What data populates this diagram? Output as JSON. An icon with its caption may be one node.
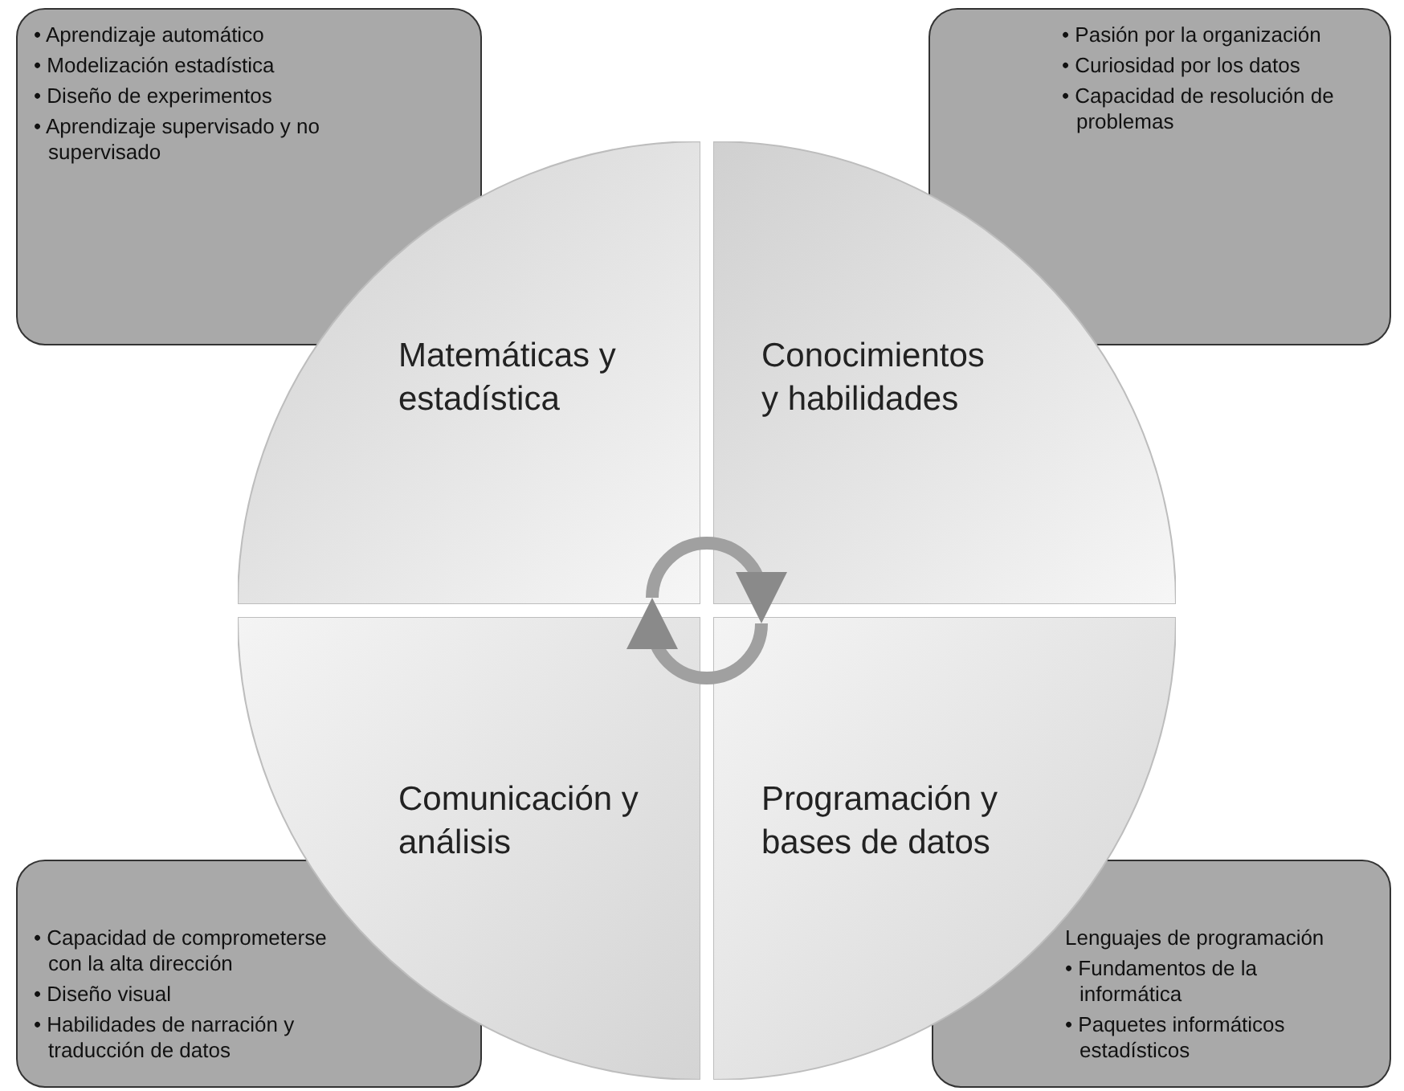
{
  "diagram": {
    "nodes": [
      {
        "text": [
          "• Aprendizaje automático",
          "• Modelización estadística",
          "• Diseño de experimentos",
          "• Aprendizaje supervisado y no supervisado"
        ]
      },
      {
        "text": [
          "• Pasión por la organización",
          "• Curiosidad por los datos",
          "• Capacidad de resolución de problemas"
        ]
      },
      {
        "text": [
          "Matemáticas y estadística"
        ]
      },
      {
        "text": [
          "Conocimientos y habilidades"
        ]
      },
      {
        "text": [
          "Comunicación y análisis"
        ]
      },
      {
        "text": [
          "Programación y bases de datos"
        ]
      },
      {
        "text": [
          "• Capacidad de comprometerse con la alta dirección",
          "• Diseño visual",
          "• Habilidades de narración y traducción de datos"
        ]
      },
      {
        "text": [
          "Lenguajes de programación",
          "• Fundamentos de la informática",
          "• Paquetes informáticos estadísticos"
        ]
      }
    ],
    "edges": [
      {
        "from": 2,
        "to": 3,
        "arrow": "to"
      },
      {
        "from": 5,
        "to": 4,
        "arrow": "to"
      }
    ]
  }
}
